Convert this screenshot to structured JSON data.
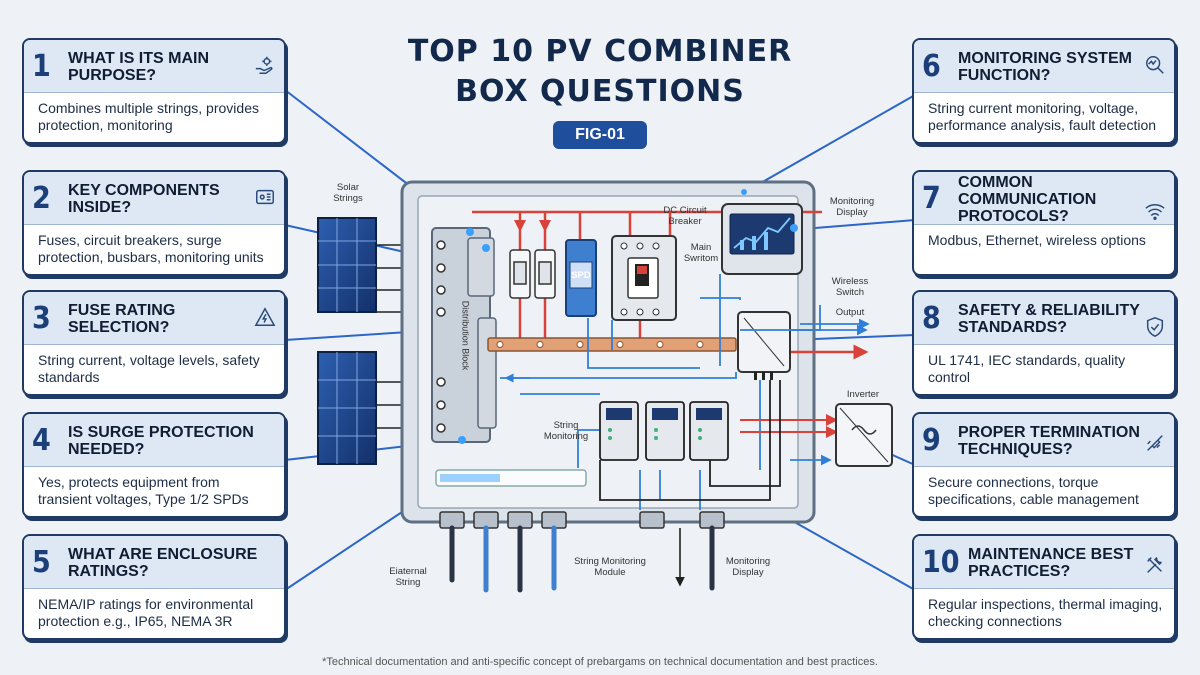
{
  "title": {
    "line1": "TOP 10 PV COMBINER",
    "line2": "BOX QUESTIONS"
  },
  "fig_badge": "FIG-01",
  "cards": [
    {
      "num": "1",
      "question": "What is its main purpose?",
      "answer": "Combines multiple strings, provides protection, monitoring",
      "icon": "hand-gear-icon"
    },
    {
      "num": "2",
      "question": "Key components inside?",
      "answer": "Fuses, circuit breakers, surge protection, busbars, monitoring units",
      "icon": "components-icon"
    },
    {
      "num": "3",
      "question": "Fuse rating selection?",
      "answer": "String current, voltage levels, safety standards",
      "icon": "warning-icon"
    },
    {
      "num": "4",
      "question": "Is surge protection needed?",
      "answer": "Yes, protects equipment from transient voltages, Type 1/2 SPDs",
      "icon": ""
    },
    {
      "num": "5",
      "question": "What are enclosure ratings?",
      "answer": "NEMA/IP ratings for environmental protection e.g., IP65, NEMA 3R",
      "icon": ""
    },
    {
      "num": "6",
      "question": "Monitoring system function?",
      "answer": "String current monitoring, voltage, performance analysis, fault detection",
      "icon": "chart-magnifier-icon"
    },
    {
      "num": "7",
      "question": "Common communication protocols?",
      "answer": "Modbus, Ethernet, wireless options",
      "icon": "wifi-icon"
    },
    {
      "num": "8",
      "question": "Safety & reliability standards?",
      "answer": "UL 1741, IEC standards, quality control",
      "icon": "shield-check-icon"
    },
    {
      "num": "9",
      "question": "Proper termination techniques?",
      "answer": "Secure connections, torque specifications, cable management",
      "icon": "connector-icon"
    },
    {
      "num": "10",
      "question": "Maintenance best practices?",
      "answer": "Regular inspections, thermal imaging, checking connections",
      "icon": "tools-icon"
    }
  ],
  "diagram_labels": {
    "solar_strings": "Solar Strings",
    "distribution_block": "Distribution Block",
    "dc_breaker": "DC Circuit Breaker",
    "main_switch": "Main Swritom",
    "spd": "SPD",
    "monitoring_display_top": "Monitoring Display",
    "wireless_switch": "Wireless Switch",
    "output": "Output",
    "inverter": "Inverter",
    "string_monitoring": "String Monitoring",
    "external_string": "Eiaternal String",
    "string_monitoring_module": "String Monitoring Module",
    "monitoring_display_bottom": "Monitoring Display"
  },
  "footnote": "*Technical documentation and anti-specific concept of prebargams on technical documentation and best practices.",
  "colors": {
    "navy": "#13294b",
    "accent": "#1f4e9c",
    "card_head": "#dde8f4",
    "busbar": "#e2a077",
    "red_wire": "#d9423a",
    "blue_wire": "#2f7fd8"
  }
}
